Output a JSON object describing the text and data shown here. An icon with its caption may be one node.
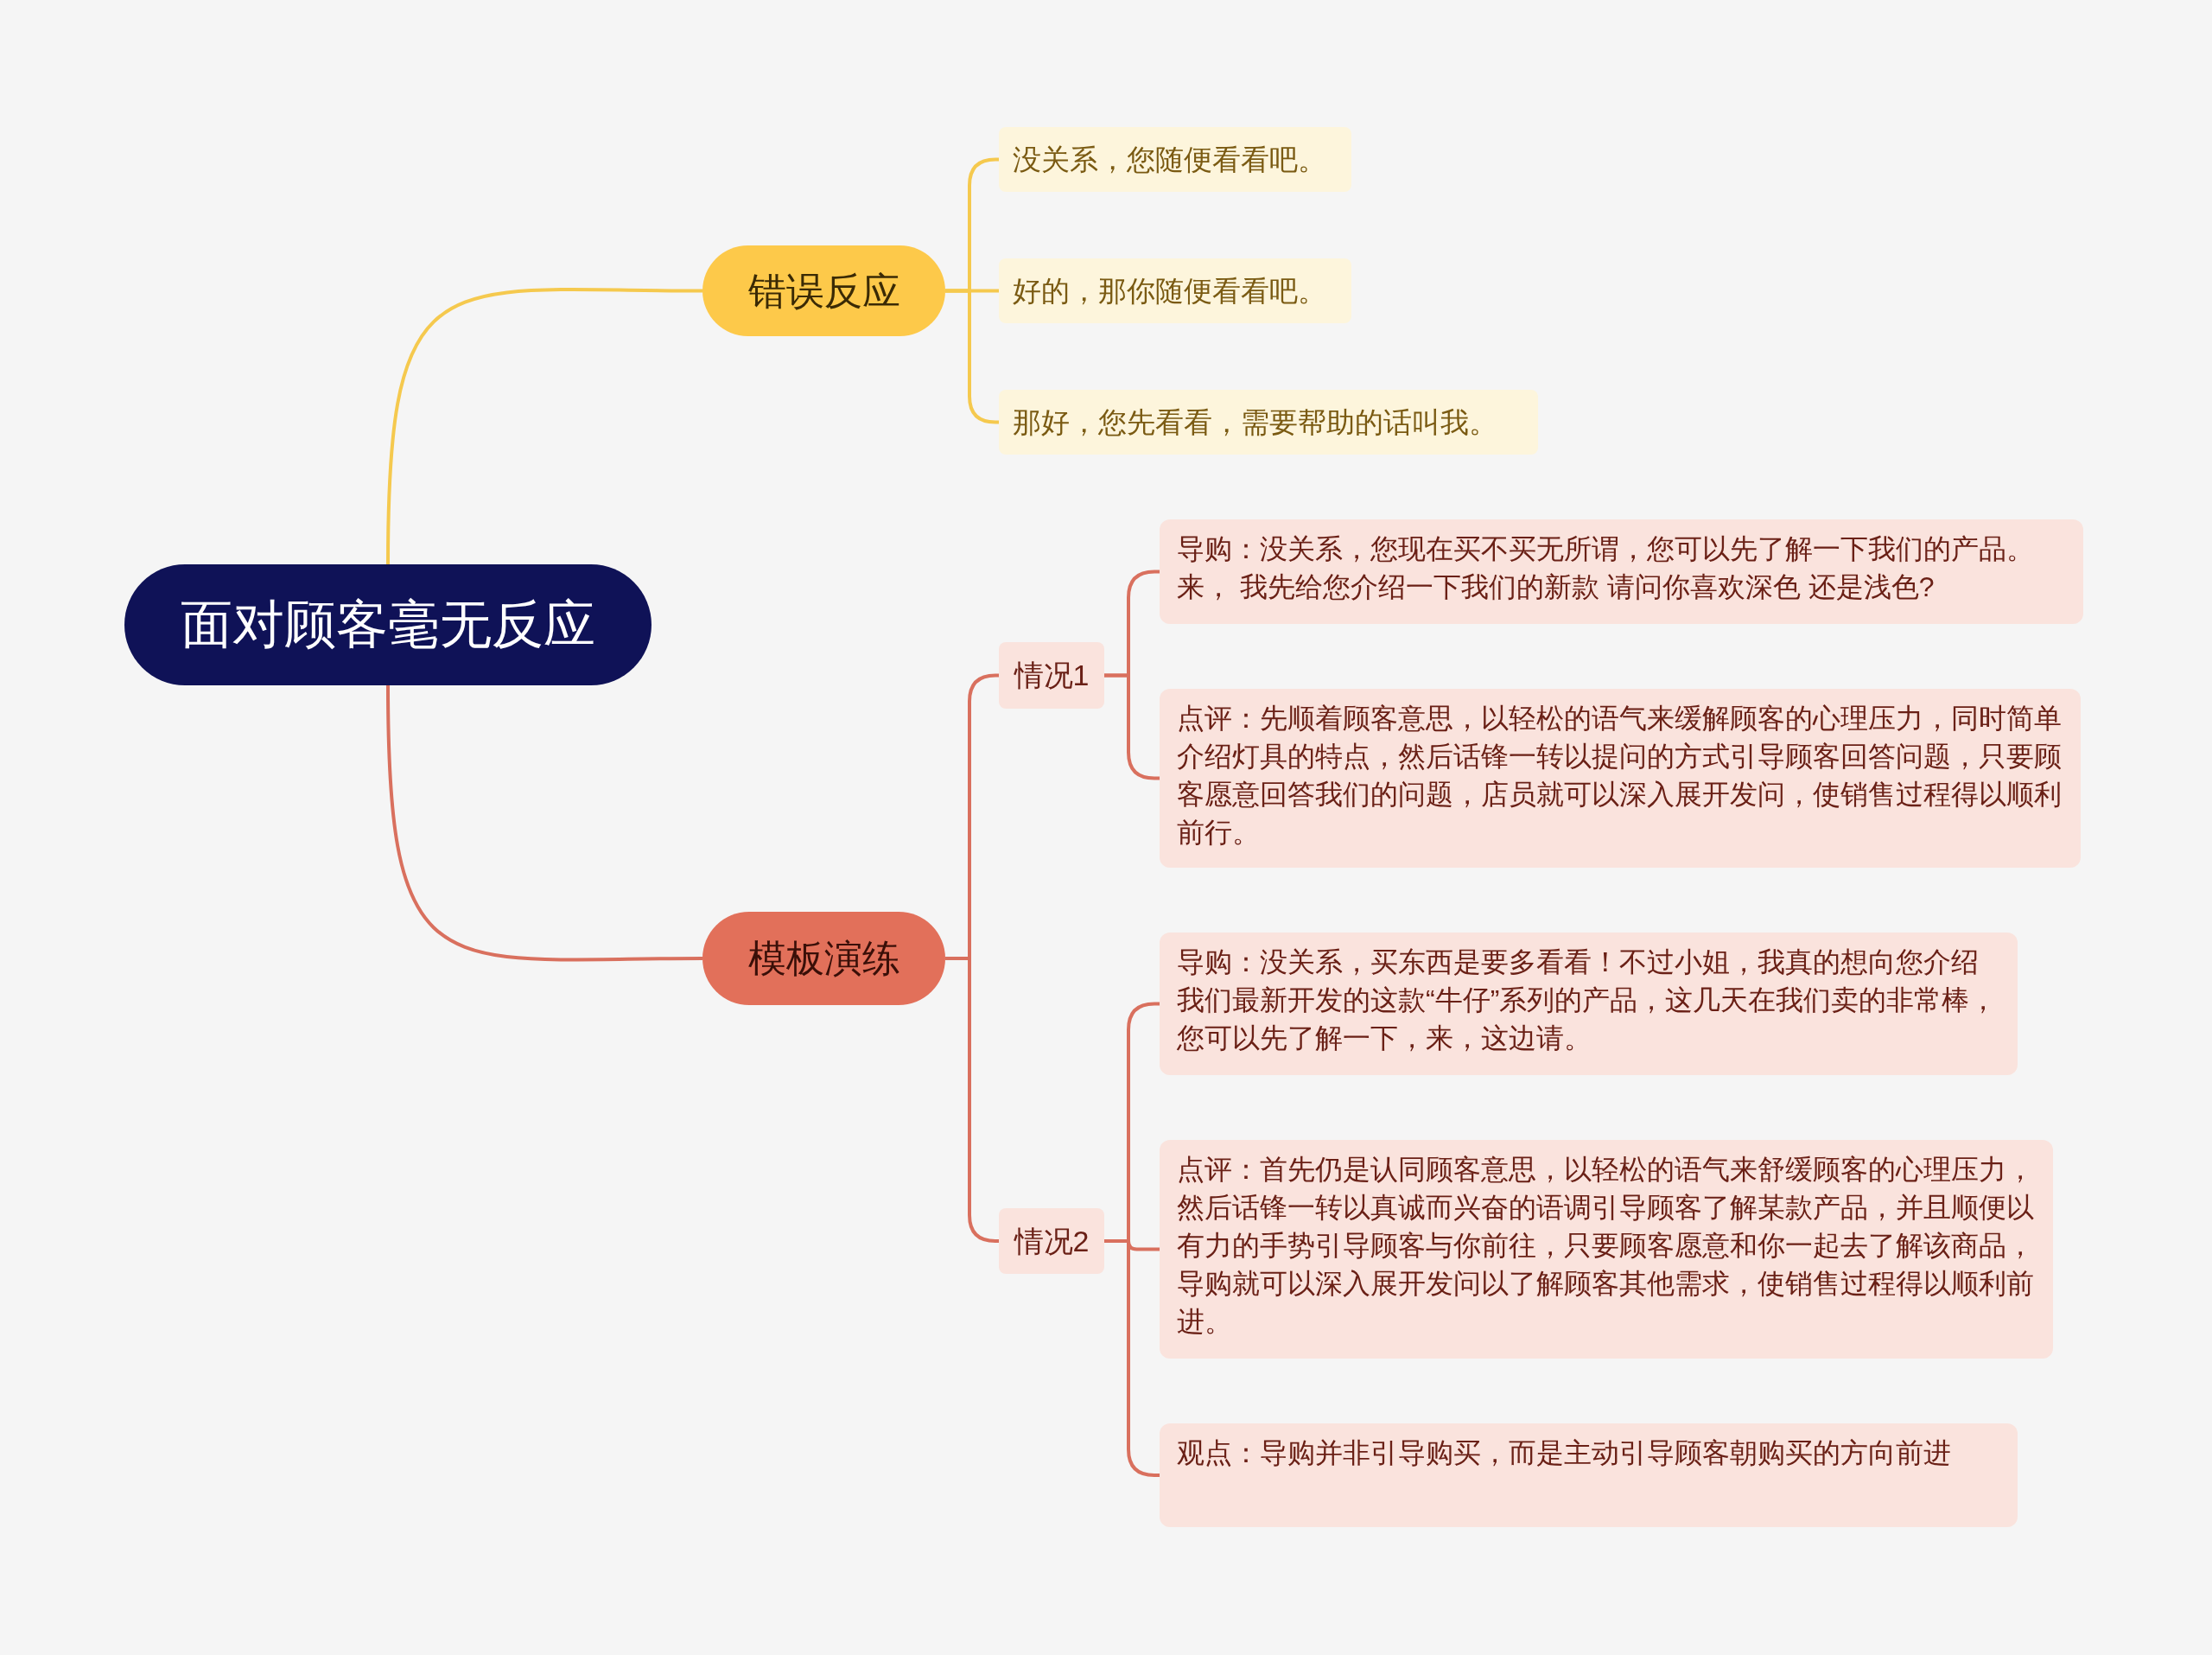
{
  "diagram": {
    "nodes": [
      {
        "text": [
          "面对顾客毫无反应"
        ]
      },
      {
        "text": [
          "错误反应"
        ]
      },
      {
        "text": [
          "没关系，您随便看看吧。"
        ]
      },
      {
        "text": [
          "好的，那你随便看看吧。"
        ]
      },
      {
        "text": [
          "那好，您先看看，需要帮助的话叫我。"
        ]
      },
      {
        "text": [
          "模板演练"
        ]
      },
      {
        "text": [
          "情况1"
        ]
      },
      {
        "text": [
          "导购：没关系，您现在买不买无所谓，您可以先了解一下我们的产品。来， 我先给您介绍一下我们的新款 请问你喜欢深色 还是浅色?"
        ]
      },
      {
        "text": [
          "点评：先顺着顾客意思，以轻松的语气来缓解顾客的心理压力，同时简单介绍灯具的特点，然后话锋一转以提问的方式引导顾客回答问题，只要顾客愿意回答我们的问题，店员就可以深入展开发问，使销售过程得以顺利前行。"
        ]
      },
      {
        "text": [
          "情况2"
        ]
      },
      {
        "text": [
          "导购：没关系，买东西是要多看看！不过小姐，我真的想向您介绍我们最新开发的这款“牛仔”系列的产品，这几天在我们卖的非常棒，您可以先了解一下，来，这边请。"
        ]
      },
      {
        "text": [
          "点评：首先仍是认同顾客意思，以轻松的语气来舒缓顾客的心理压力，然后话锋一转以真诚而兴奋的语调引导顾客了解某款产品，并且顺便以有力的手势引导顾客与你前往，只要顾客愿意和你一起去了解该商品，导购就可以深入展开发问以了解顾客其他需求，使销售过程得以顺利前进。"
        ]
      },
      {
        "text": [
          "观点：导购并非引导购买，而是主动引导顾客朝购买的方向前进"
        ]
      }
    ],
    "edges": [
      {
        "from": 0,
        "to": 1,
        "arrow": "none",
        "color": "#f5c94e"
      },
      {
        "from": 1,
        "to": 2,
        "arrow": "none",
        "color": "#f5c94e"
      },
      {
        "from": 1,
        "to": 3,
        "arrow": "none",
        "color": "#f5c94e"
      },
      {
        "from": 1,
        "to": 4,
        "arrow": "none",
        "color": "#f5c94e"
      },
      {
        "from": 0,
        "to": 5,
        "arrow": "none"
      },
      {
        "from": 5,
        "to": 6,
        "arrow": "none"
      },
      {
        "from": 5,
        "to": 9,
        "arrow": "none"
      },
      {
        "from": 6,
        "to": 7,
        "arrow": "none"
      },
      {
        "from": 6,
        "to": 8,
        "arrow": "none"
      },
      {
        "from": 9,
        "to": 10,
        "arrow": "none"
      },
      {
        "from": 9,
        "to": 11,
        "arrow": "none"
      },
      {
        "from": 9,
        "to": 12,
        "arrow": "none"
      }
    ]
  }
}
